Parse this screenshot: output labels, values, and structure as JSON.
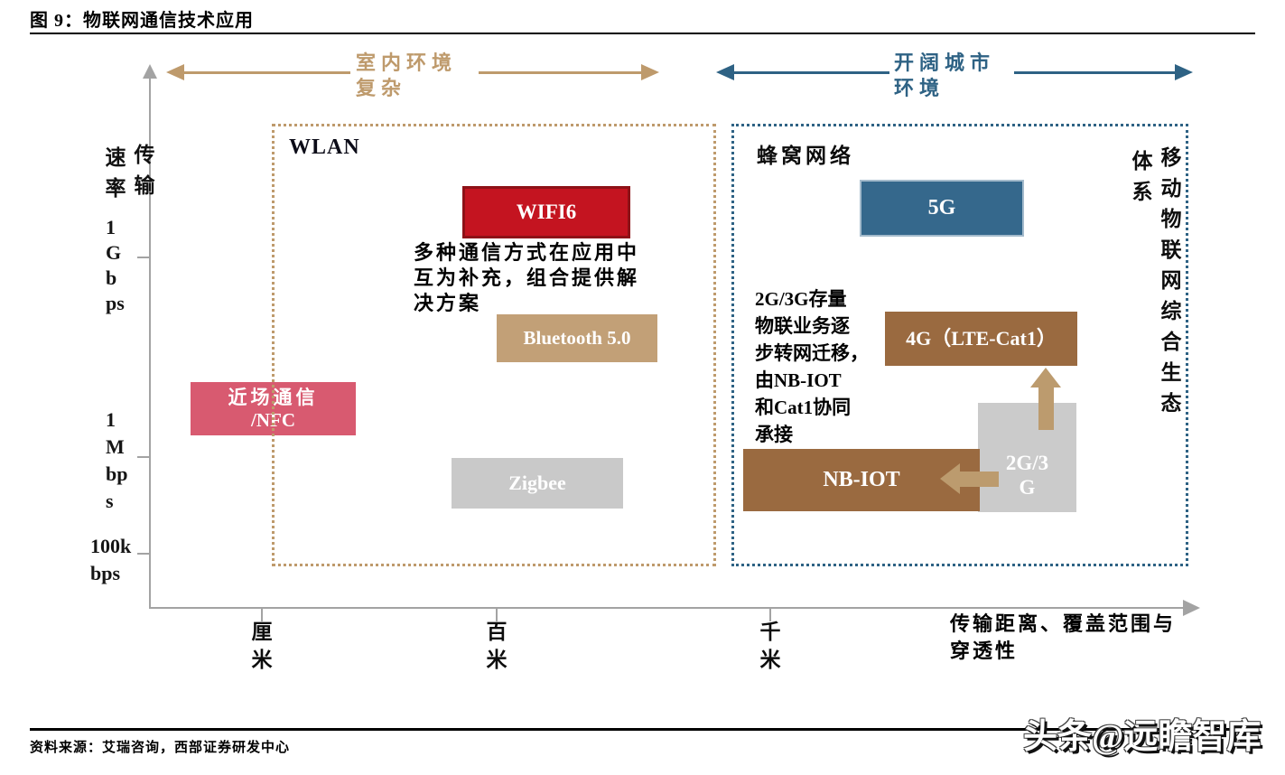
{
  "header": {
    "figure_title": "图 9：物联网通信技术应用"
  },
  "top_arrows": {
    "indoor": {
      "label_line1": "室内环境",
      "label_line2": "复杂"
    },
    "urban": {
      "label_line1": "开阔城市",
      "label_line2": "环境"
    }
  },
  "y_axis": {
    "title_column_left": "速率",
    "title_column_right": "传输",
    "label_1gbps": [
      "1",
      "G",
      "b",
      "ps"
    ],
    "label_1mbps": [
      "1",
      "M",
      "bp",
      "s"
    ],
    "label_100kbps": [
      "100k",
      "bps"
    ]
  },
  "x_axis": {
    "tick_cm": "厘米",
    "tick_100m": "百米",
    "tick_km": "千米",
    "title_line1": "传输距离、覆盖范围与",
    "title_line2": "穿透性"
  },
  "wlan_group": {
    "label": "WLAN",
    "wifi6": "WIFI6",
    "bluetooth": "Bluetooth 5.0",
    "zigbee": "Zigbee",
    "nfc_line1": "近场通信",
    "nfc_line2": "/NFC",
    "note_lines": [
      "多种通信方式在应用中",
      "互为补充，组合提供解",
      "决方案"
    ]
  },
  "cellular_group": {
    "label": "蜂窝网络",
    "g5": "5G",
    "g4": "4G（LTE-Cat1）",
    "nbiot": "NB-IOT",
    "g23_line1": "2G/3",
    "g23_line2": "G",
    "note_lines": [
      "2G/3G存量",
      "物联业务逐",
      "步转网迁移，",
      "由NB-IOT",
      "和Cat1协同",
      "承接"
    ]
  },
  "right_label": {
    "column_right": "移动物联网综合生态",
    "column_left": "体系"
  },
  "footer": {
    "source": "资料来源：艾瑞咨询，西部证券研发中心",
    "watermark": "头条@远瞻智库"
  },
  "colors": {
    "indoor_tan": "#BE9A6C",
    "urban_blue": "#2E6284",
    "wifi6_red": "#C41420",
    "wifi6_border": "#8E1117",
    "bluetooth_tan": "#C2A077",
    "nfc_pink": "#D85A70",
    "zigbee_gray": "#C9C9C9",
    "g5_blue": "#35688C",
    "brown": "#9A6A40",
    "g23_gray": "#CBCBCB",
    "small_arrow_tan": "#BC9B6E",
    "axis_gray": "#A3A3A3"
  }
}
